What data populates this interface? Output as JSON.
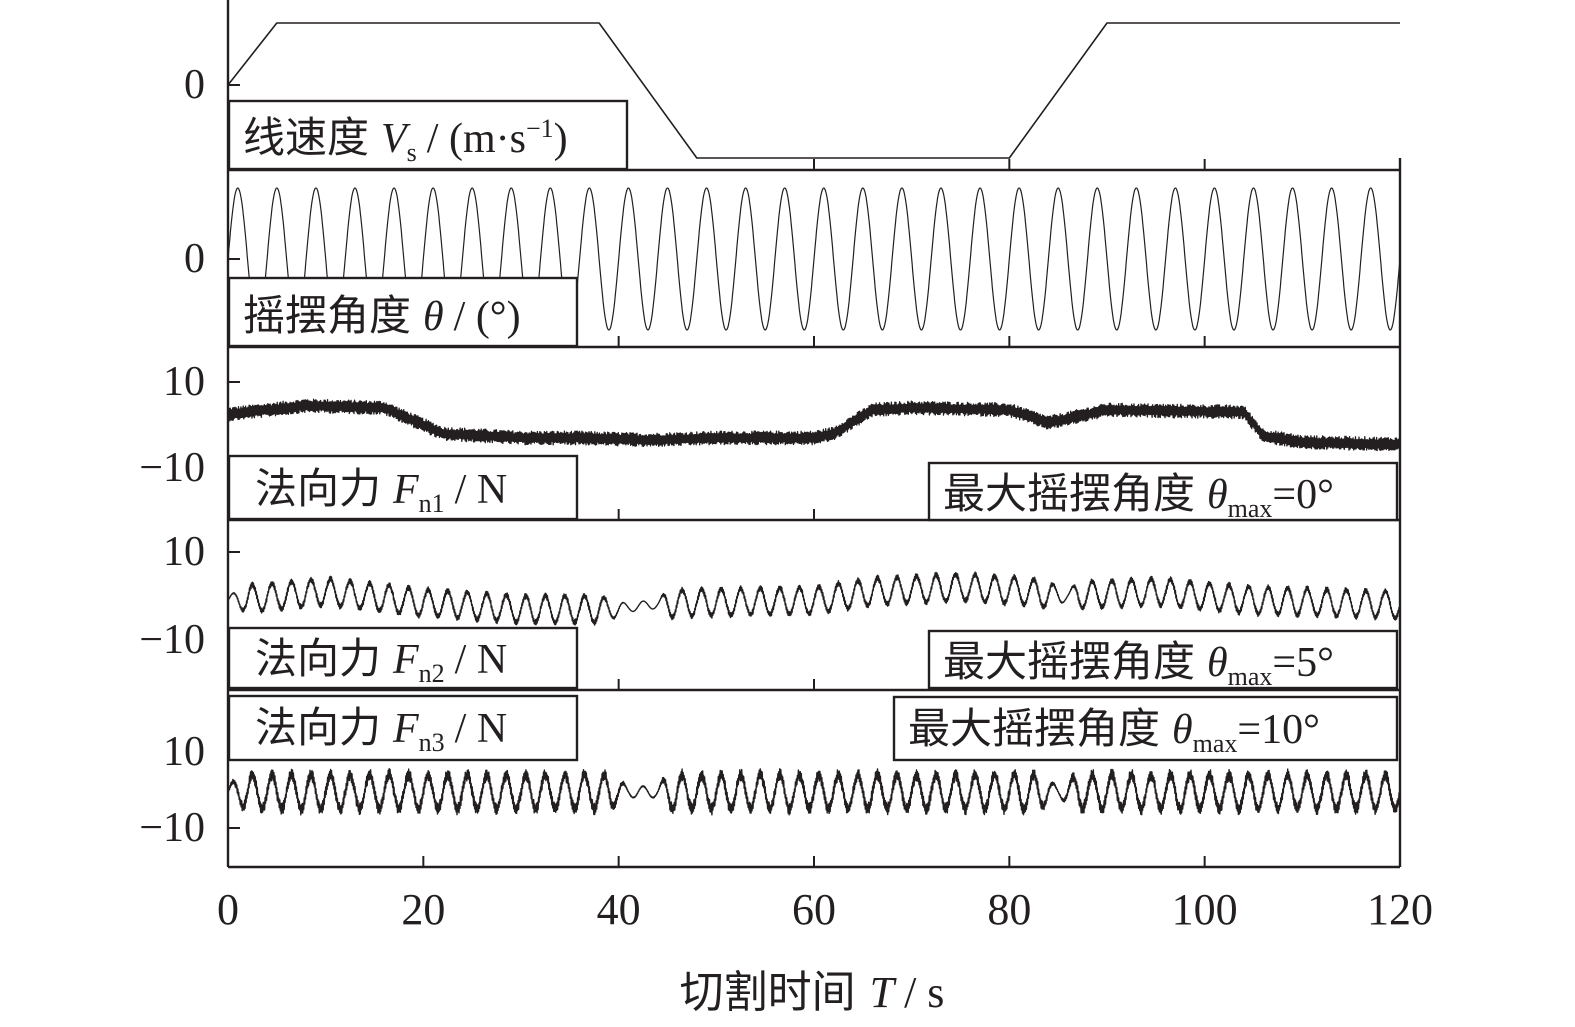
{
  "chart_data": {
    "type": "line",
    "title": "",
    "x_axis": {
      "label_prefix": "切割时间",
      "label_var": "T",
      "label_unit": "/ s",
      "range": [
        0,
        120
      ],
      "ticks": [
        "0",
        "20",
        "40",
        "60",
        "80",
        "100",
        "120"
      ]
    },
    "panels": [
      {
        "id": "Vs",
        "name_prefix": "线速度",
        "name_var": "V",
        "name_sub": "s",
        "name_unit_open": "/ (m·s",
        "name_unit_sup": "−1",
        "name_unit_close": ")",
        "y_tick_labels": [
          "0"
        ],
        "series": {
          "kind": "trapezoid",
          "breakpoints_t": [
            0,
            5,
            38,
            48,
            80,
            90,
            120
          ],
          "levels": [
            "zero",
            "high",
            "high",
            "low",
            "low",
            "high",
            "high"
          ]
        }
      },
      {
        "id": "theta",
        "name_prefix": "摇摆角度",
        "name_var": "θ",
        "name_unit": "/ (°)",
        "y_tick_labels": [
          "0"
        ],
        "series": {
          "kind": "sine",
          "period_s": 4,
          "cycles_shown": 30
        }
      },
      {
        "id": "Fn1",
        "name_prefix": "法向力",
        "name_var": "F",
        "name_sub": "n1",
        "name_unit": "/ N",
        "y_tick_labels": [
          "10",
          "−10"
        ],
        "annotation": {
          "prefix": "最大摇摆角度",
          "var": "θ",
          "sub": "max",
          "value": "=0°"
        },
        "series": {
          "kind": "noisy_level",
          "profile_t": [
            0,
            8,
            16,
            22,
            30,
            36,
            43,
            50,
            60,
            62,
            66,
            70,
            80,
            84,
            90,
            104,
            106,
            110,
            120
          ],
          "profile_y": [
            2.5,
            4.5,
            4.0,
            -2.0,
            -3.0,
            -3.0,
            -3.5,
            -3.0,
            -3.0,
            -2.0,
            3.5,
            4.0,
            3.5,
            0.5,
            3.5,
            3.0,
            -2.5,
            -4.0,
            -4.5
          ],
          "noise_amp": 1.6
        }
      },
      {
        "id": "Fn2",
        "name_prefix": "法向力",
        "name_var": "F",
        "name_sub": "n2",
        "name_unit": "/ N",
        "y_tick_labels": [
          "10",
          "−10"
        ],
        "annotation": {
          "prefix": "最大摇摆角度",
          "var": "θ",
          "sub": "max",
          "value": "=5°"
        },
        "series": {
          "kind": "oscillating",
          "period_s": 2,
          "profile_t": [
            0,
            10,
            20,
            30,
            40,
            43,
            48,
            60,
            66,
            75,
            82,
            85,
            95,
            105,
            120
          ],
          "profile_y": [
            -1.0,
            1.0,
            -1.5,
            -3.0,
            -3.0,
            -2.0,
            -1.5,
            -1.0,
            1.0,
            2.0,
            1.0,
            0.0,
            1.0,
            -1.0,
            -2.0
          ],
          "amp_t": [
            0,
            2,
            38,
            41,
            44,
            45,
            84,
            86,
            87,
            120
          ],
          "amp_y": [
            1.0,
            3.0,
            3.0,
            1.0,
            1.0,
            3.0,
            3.0,
            1.0,
            3.0,
            3.0
          ],
          "noise_amp": 1.2
        }
      },
      {
        "id": "Fn3",
        "name_prefix": "法向力",
        "name_var": "F",
        "name_sub": "n3",
        "name_unit": "/ N",
        "y_tick_labels": [
          "10",
          "−10"
        ],
        "annotation": {
          "prefix": "最大摇摆角度",
          "var": "θ",
          "sub": "max",
          "value": "=10°"
        },
        "series": {
          "kind": "oscillating",
          "period_s": 2,
          "profile_t": [
            0,
            120
          ],
          "profile_y": [
            -0.5,
            -0.5
          ],
          "amp_t": [
            0,
            2,
            39,
            41,
            44,
            45,
            83,
            85,
            87,
            120
          ],
          "amp_y": [
            2.0,
            4.5,
            4.5,
            1.5,
            1.5,
            4.5,
            4.5,
            1.5,
            4.5,
            4.5
          ],
          "noise_amp": 1.6
        }
      }
    ]
  }
}
